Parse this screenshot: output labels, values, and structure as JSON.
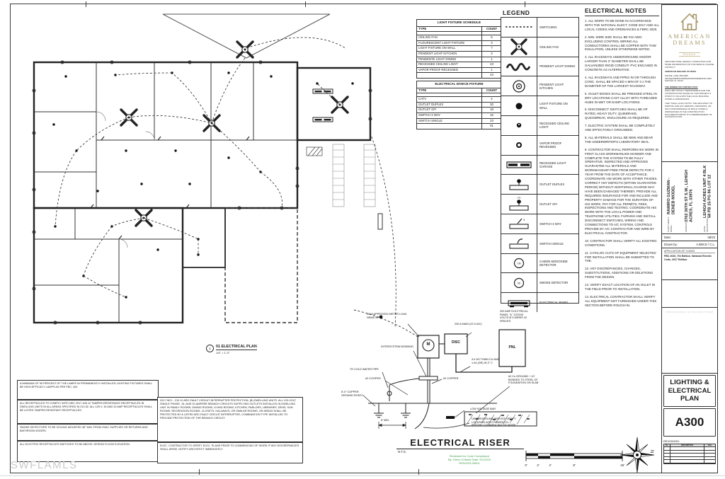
{
  "plan": {
    "marker": "1",
    "title": "01 ELECTRICAL PLAN",
    "scale": "1/4\" = 1'-0\""
  },
  "watermark": "SWFLAMLS",
  "schedules": {
    "light": {
      "title": "LIGHT FIXTURE SCHEDULE",
      "col_type": "TYPE",
      "col_count": "COUNT",
      "rows": [
        [
          "CEILING FAN",
          "5"
        ],
        [
          "FLOURESCENT LIGHT FIXTURE",
          "3"
        ],
        [
          "LIGHT FIXTURE ON WALL",
          "7"
        ],
        [
          "PENDENT LIGHT KITCHEN",
          "3"
        ],
        [
          "PENDENTE LIGHT DINING",
          "1"
        ],
        [
          "RECESSED CEILING LIGHT",
          "23"
        ],
        [
          "VAPOR PROOF RECESSED",
          "1"
        ]
      ],
      "total": "43"
    },
    "device": {
      "title": "ELECTRICAL DIVECE FIXTURE",
      "col_type": "TYPE",
      "col_count": "COUNT",
      "rows": [
        [
          "CATV",
          "4"
        ],
        [
          "OUTLET DUPLEX",
          "30"
        ],
        [
          "OUTLET GFI",
          "18"
        ],
        [
          "SWITCH 3 WAY",
          "16"
        ],
        [
          "SWITCH SINGLE",
          "23"
        ]
      ],
      "total": "91"
    }
  },
  "legend": {
    "title": "LEGEND",
    "items": [
      {
        "icon": "switching-icon",
        "label": "SWITCHING"
      },
      {
        "icon": "ceiling-fan-icon",
        "label": "CEILING FAN"
      },
      {
        "icon": "pendent-light-dining-icon",
        "label": "PENDENT LIGHT DINING"
      },
      {
        "icon": "pendent-light-kitchen-icon",
        "label": "PENDENT LIGHT KITCHEN"
      },
      {
        "icon": "light-fixture-on-wall-icon",
        "label": "LIGHT FIXTURE ON WALL"
      },
      {
        "icon": "recessed-ceiling-light-icon",
        "label": "RECESSED CEILING LIGHT"
      },
      {
        "icon": "vapor-proof-recessed-icon",
        "label": "VAPOR PROOF REVESSED"
      },
      {
        "icon": "recessed-light-garage-icon",
        "label": "RECESSED LIGHT GARAGE"
      },
      {
        "icon": "outlet-duplex-icon",
        "label": "OUTLET DUPLEX"
      },
      {
        "icon": "outlet-gfi-icon",
        "label": "OUTLET GFI"
      },
      {
        "icon": "switch-3way-icon",
        "label": "SWITCH 3 WAY"
      },
      {
        "icon": "switch-single-icon",
        "label": "SWITCH SINGLE"
      },
      {
        "icon": "carbon-monoxide-detector-icon",
        "label": "CABON MODOXIDE DETECTOR"
      },
      {
        "icon": "smoke-detector-icon",
        "label": "SMOKE DETECTOR"
      },
      {
        "icon": "electrical-panel-icon",
        "label": "ELECTRICAL PANEL"
      }
    ]
  },
  "notes": {
    "title": "ELECTRICAL NOTES",
    "items": [
      "1. ALL WORK TO BE DONE IN ACCORDANCE WITH THE NATIONAL ELECT. CODE 2017 AND ALL LOCAL CODES AND ORDINANCES & FBRC 2020.",
      "2. MIN. WIRE SIZE SHALL BE #12 AWG EXCLUDING CONTROL WIRING ALL CONDUCTORES SHALL BE COPPER WITH THW INSULATION, UNLESS OTHERWISE NOTED.",
      "3. ALL RACEWAYS UNDERGROUND AND/OR LARGER THAN 2\" DIAMETER SHALL BE GALVANIZED RIGID CONDUIT. PVC ENCASED IN CONCRETE AS ALTERNATIVE.",
      "4. ALL RACEWAYS AND PIPES IN OR THROUGH CONC. SHALL BE SPACED A MIN OF 3 x THE DIAMETER OF THE LARGEST RACEWAY.",
      "5. OULET BOXES SHALL BE PRESSED STEEL IN DRY LOCATIONS CAST ALLOY WITH THREADED HUBS IN WET OR DAMP LOCATIONS.",
      "6. DISCONNECT SWITCHES SHALL BE HP RATED, HEAVY DUTY, QUIKBRAKE, QUICKBREAK, ENCLOSURE AS REQUIRED.",
      "7. ELECTRIC SYSTEM SHALL BE COMPLETELY AND EFFECTIVELY GROUNDED.",
      "8. ALL MATERIALS SHALL BE NEW AND BEAR THE UNDERWRITER'S LABORATORY SEAL.",
      "9. CONTRACTOR SHALL PERFORM HIS WORK IN FIRST CLASS WORKMANLIKE MANNER AND COMPLETE THE SYSTEM TO BE FULLY OPERATIVE.  INSPECTED AND APPROVED GUARANTEE ALL MATERIALS AND WORKMANSHIP FREE FROM DEFECTS FOR 1 YEAR FROM THE DATE OF ACCEPTANCE. COORDINATE HIS WORK WITH OTHER TRADES. CORRECT ANY DEFECTS (WITHIN GUARANTEE PERIOD) WITHOUT ADDITIONAL CHARGE MAY HAVE BEEN DAMAGED THEREBY. PROVIDE ALL REQUIRED INSURANCE FOR AND INCLUDE AND PROPERTY DAMAGE FOR THE DURATION OF HIS WORK. PAY FOR ALL PERMITS, FEES, INSPECTIONS AND TESTING. COORDINATE HIS WORK WITH THE LOCAL POWER AND TELEPHONE UTILITIES. FURNISH AND INSTALL DISCONNECT SWITCHES, WIRING AND CONNECTIONS TO A/C SYSTEM, CONTROLS PROVIDE BY A/C CONTRACTOR AND WIRE BY ELECTRICAL CONTRACTOR.",
      "10. CONTRACTOR SHALL VERIFY ALL EXISTING CONDITIONS.",
      "11. CATALOG CUTS OF EQUIPMENT SELECTED FOR INSTALLATION SHALL BE SUBMITTED TO THE.",
      "12. ANY DISCREPANCIES, CHANGES, SUBSTITUTIONS, ADDITIONS OR DELETIONS FROM THE DESIGN.",
      "13. VERIFY EXACT LOCATION OF AN OULET IN THE FIELD PRIOR TO INSTALLATION.",
      "14. ELECTRICAL CONTRACTOR SHALL VERIFY ALL EQUIPMENT NOT FURNISHED UNDER THIS SECTION BEFORE ROUGH-IN."
    ]
  },
  "riser": {
    "title": "ELECTRICAL RISER",
    "scale": "N.T.S.",
    "meter": "200A  APPROVED METER LOAD NEMA 3R",
    "main": "200 A MAIN (22 K AIC)",
    "panel": "200 AMP ELECTRICAL PANEL \"A\" 120/240 VOLTS Ø 3 WIRES 42 SPACES",
    "m": "M",
    "disc": "DISC",
    "pnl": "PNL",
    "intersystem": "INTERSYSTEM BONDING",
    "cold_water": "TO COLD WATER PIPE",
    "copper_a": "#2 COOPER",
    "copper_b": "#2 COPPER",
    "feeder": "3 # 3/0  THWN CU AND 1 #4 (GR) IN 2\" C",
    "ground_rods": "8'-0\" COPPER GROUND RODS",
    "min_dim": "8' MIN.",
    "ground_bond": "#2 Cu GROUND + 10' BONDED TO STEEL OF FOUNDATION ON SLAB",
    "low_voltage": "LOW VOLTAGE BAR",
    "underground": "UNDERGROUND SERVICE VERIFY LOCATION WITH POWER CO. BEFORE COMMENCING OF WORK",
    "stamp_line1": "Reviewed for Code Compliance",
    "stamp_line2": "By: Glenn Cribbett    Date: 9/1/2023",
    "stamp_line3": "RES2023-05901"
  },
  "site_notes": {
    "n1": "A MINIMUM OF 95 PERCENT OF THE LAMPS IN PERMANENTLY INSTALLED LIGHTING FIXTURES SHALL BE HIGH-EFFICACY LAMPS AS PER FBC, 404",
    "n2": "ALL RECEPTACLES TO COMPLY WITH NEC 2017 406.12 TAMPER-RESISTANCE RECEPTACLES IN DWELLING UNITS IN ALL AREAS SPECIFIED IN 210.52. ALL 125 V, 15 AND 20 AMP RECEPTACLES SHALL BE LISTED TAMPER-RESISTANT RECEPTACLES.",
    "n3": "SMOKE DETECTORS TO BE CEILING MOUNTED 36\" MIN. FROM HVAC SUPPLIES OR RETURNS AND BATHROOM DOORS.",
    "n4": "ALL ELECTRIC RECEPTACLES SWITCHES TO BE ABOVE, DESIGN FLOOD ELEVATION",
    "n5": "2017 NEC - 210.12 ARC-FAULT CIRCUIT-INTERRUPTER PROTECTION. (B) DWELLING UNITS. ALL 120-VOLT, SINGLE PHASE, 15- AND 20-AMPERE BRANCH CIRCUITS SUPPLYING OUTLETS INSTALLED IN DWELLING UNIT IN FAMILY ROOMS, DINING ROOMS, LIVING ROOMS, KITCHEN, PARLORS, LIBRARIES, DENS, SUN ROOMS, RECREATION ROOMS, CLOSETS, HALLWAYS, OR SIMILAR ROOMS, OR AREAS SHALL BE PROTECTED BY A LISTED ARC-FAULT CIRCUIT INTERRUPTER, COMBINATION TYPE INSTALLED TO PROVIDE PROTECTION OF THE BRANCH CIRCUIT.",
    "n6": "ELEC. CONTRACTOR TO VERIFY ELEC. PLANS PRIOR TO COMMENCING OF WORK IF ANY DISCREPANCIES SHALL ARISE, NOTIFY ARCHITECT IMMEDIATELY"
  },
  "titleblock": {
    "brand_line1": "AMERICAN",
    "brand_line2": "DREAMS",
    "brand_sub": "Studios",
    "contact1": "ARCHITECTURE, DESIGN, CONSULTING FOR MORE INFORMATION ON THIS DESIGN, PLEASE CONTACT:",
    "studio": "AMERICAN DREAMS STUDIOS",
    "contact2": "PHONE: (239) 465-8289 INFO@AMERICANDREAMSHOMEDESIGN.NET NAPLES, FL 34114",
    "owner_head": "THE OWNER OR CONTRACTOR:",
    "owner1": "SHALL BE TOTALLY RESPONSIBLE FOR THE CONSTRUCTION PHASE OF THIS PROJECT & STRICTLY FOLLOWS THE LOCAL BUILDING CODES & ORDINANCES.",
    "owner2": "THEY SHALL ALSO NOTIFY THE ARCHITECT IN WRITING FOR ANY ERRORS, OMISSIONS, OR NON CONFORMANCE OF BUILD CODES & ORDINANCES IN THE CONSTRUCTION DOCUMENTS PRIOR TO COMMENCEMENT OF CONSTRUCTION.",
    "client_label": "CLIENT NAME & MODEL:",
    "client": "RAMIRO GUZMAN - DENEB MODEL",
    "address_label": "ADDRESS:",
    "address": "3702 36TH ST S.W., LEHIGH ACRES, FL 33976",
    "legal_label": "LEGAL DESCRIPTION:",
    "legal": "LEHIGH ACRES UNIT 4 BLK 58 PB 15 PG 96 LOT 12",
    "date_label": "Date:",
    "date": "08/23",
    "drawn_label": "Drawn by:",
    "drawn": "A.BIM.D / C.L.",
    "codes_title": "APPLICATION OF CODES",
    "codes_body": "FBC 2020, 7th Edition. National Electric Code, 2017 Edition.",
    "stamp_placeholder": "PROFESSIONAL OF RECORD STAMP",
    "sheet_title": "LIGHTING & ELECTRICAL PLAN",
    "sheet_number": "A300",
    "revisions_label": "REVISIONS:",
    "rev_headers": [
      "No.",
      "DESCRIPTION",
      "Date"
    ]
  },
  "scalebar": {
    "labels": [
      "0'",
      "2'",
      "4'",
      "8'",
      "16'"
    ]
  },
  "compass": {
    "north": "N"
  }
}
